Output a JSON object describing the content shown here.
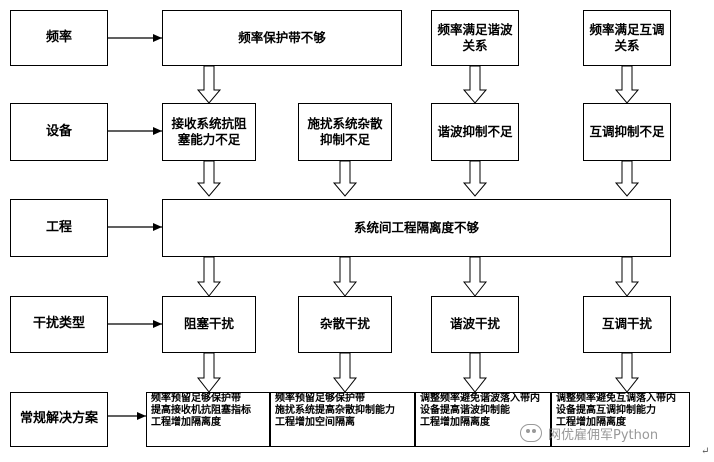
{
  "rows": {
    "frequency": "频率",
    "equipment": "设备",
    "engineering": "工程",
    "interference_type": "干扰类型",
    "solution": "常规解决方案"
  },
  "causes": {
    "freq_guard_band": "频率保护带不够",
    "freq_harmonic_line1": "频率满足谐波",
    "freq_harmonic_line2": "关系",
    "freq_intermod_line1": "频率满足互调",
    "freq_intermod_line2": "关系",
    "blocking_equip_line1": "接收系统抗阻",
    "blocking_equip_line2": "塞能力不足",
    "spurious_equip_line1": "施扰系统杂散",
    "spurious_equip_line2": "抑制不足",
    "harmonic_suppression": "谐波抑制不足",
    "intermod_suppression": "互调抑制不足",
    "isolation": "系统间工程隔离度不够"
  },
  "types": {
    "blocking": "阻塞干扰",
    "spurious": "杂散干扰",
    "harmonic": "谐波干扰",
    "intermod": "互调干扰"
  },
  "solutions": {
    "blocking": [
      "频率预留足够保护带",
      "提高接收机抗阻塞指标",
      "工程增加隔离度"
    ],
    "spurious": [
      "频率预留足够保护带",
      "施扰系统提高杂散抑制能力",
      "工程增加空间隔离"
    ],
    "harmonic": [
      "调整频率避免谐波落入带内",
      "设备提高谐波抑制能",
      "工程增加隔离度"
    ],
    "intermod": [
      "调整频率避免互调落入带内",
      "设备提高互调抑制能力",
      "工程增加隔离度"
    ]
  },
  "watermark": "网优雇佣军Python",
  "return_mark": "↵"
}
